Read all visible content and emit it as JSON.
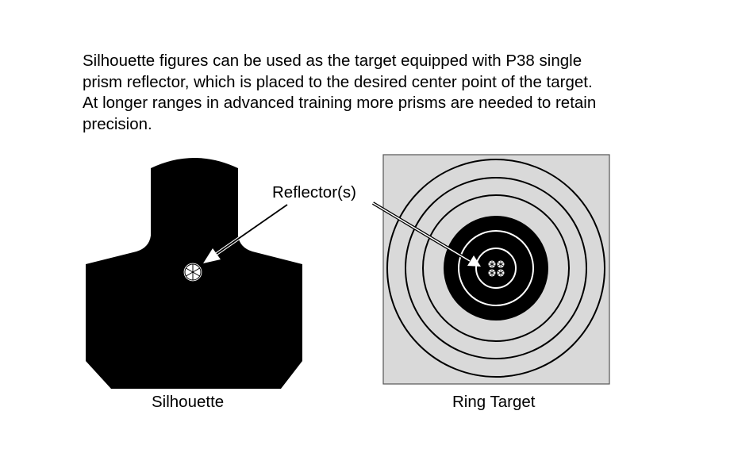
{
  "paragraph": {
    "lines": [
      "Silhouette figures can be used as the target equipped with P38 single",
      "prism reflector, which is placed to the desired center point of the target.",
      "At longer ranges in advanced training more prisms are needed to retain",
      "precision."
    ]
  },
  "figures": {
    "callout_label": "Reflector(s)",
    "silhouette_caption": "Silhouette",
    "ring_target_caption": "Ring Target"
  },
  "colors": {
    "target_background": "#d9d9d9",
    "ink": "#000000"
  }
}
